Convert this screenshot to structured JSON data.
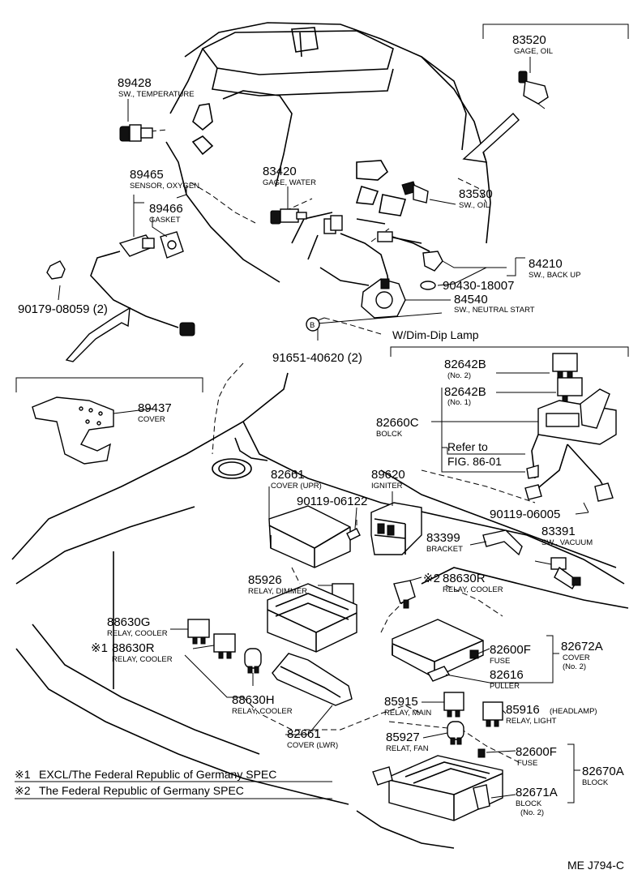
{
  "parts": [
    {
      "num": "83520",
      "desc": "GAGE, OIL"
    },
    {
      "num": "89428",
      "desc": "SW., TEMPERATURE"
    },
    {
      "num": "89465",
      "desc": "SENSOR, OXYGEN"
    },
    {
      "num": "89466",
      "desc": "GASKET"
    },
    {
      "num": "83420",
      "desc": "GAGE, WATER"
    },
    {
      "num": "83530",
      "desc": "SW., OIL"
    },
    {
      "num": "84210",
      "desc": "SW., BACK UP"
    },
    {
      "num": "90430-18007",
      "desc": ""
    },
    {
      "num": "84540",
      "desc": "SW., NEUTRAL START"
    },
    {
      "num": "90179-08059 (2)",
      "desc": ""
    },
    {
      "num": "91651-40620 (2)",
      "desc": ""
    },
    {
      "num": "89437",
      "desc": "COVER"
    },
    {
      "num": "82642B",
      "desc": "(No. 2)"
    },
    {
      "num": "82642B",
      "desc": "(No. 1)"
    },
    {
      "num": "82660C",
      "desc": "BOLCK"
    },
    {
      "num": "82661",
      "desc": "COVER (UPR)"
    },
    {
      "num": "89620",
      "desc": "IGNITER"
    },
    {
      "num": "90119-06122",
      "desc": ""
    },
    {
      "num": "90119-06005",
      "desc": ""
    },
    {
      "num": "83391",
      "desc": "SW., VACUUM"
    },
    {
      "num": "83399",
      "desc": "BRACKET"
    },
    {
      "num": "85926",
      "desc": "RELAY, DIMMER"
    },
    {
      "num": "88630R",
      "desc": "RELAY, COOLER"
    },
    {
      "num": "88630G",
      "desc": "RELAY, COOLER"
    },
    {
      "num": "88630R",
      "desc": "RELAY, COOLER"
    },
    {
      "num": "82600F",
      "desc": "FUSE"
    },
    {
      "num": "82672A",
      "desc": "COVER"
    },
    {
      "num": "82616",
      "desc": "PULLER"
    },
    {
      "num": "88630H",
      "desc": "RELAY, COOLER"
    },
    {
      "num": "85915",
      "desc": "RELAY, MAIN"
    },
    {
      "num": "85916",
      "desc": "RELAY, LIGHT"
    },
    {
      "num": "82661",
      "desc": "COVER (LWR)"
    },
    {
      "num": "85927",
      "desc": "RELAT, FAN"
    },
    {
      "num": "82600F",
      "desc": "FUSE"
    },
    {
      "num": "82670A",
      "desc": "BLOCK"
    },
    {
      "num": "82671A",
      "desc": "BLOCK"
    }
  ],
  "extra": {
    "no2": "(No. 2)",
    "no2b": "(No. 2)",
    "headlamp": "(HEADLAMP)",
    "mark1": "※1",
    "mark2": "※2",
    "circle_b": "B",
    "wdim": "W/Dim-Dip Lamp",
    "refer1": "Refer to",
    "refer2": "FIG. 86-01"
  },
  "notes": [
    {
      "mark": "※1",
      "text": "EXCL/The Federal Republic of Germany SPEC"
    },
    {
      "mark": "※2",
      "text": "The Federal Republic of Germany SPEC"
    }
  ],
  "footer": {
    "code": "ME J794-C"
  }
}
